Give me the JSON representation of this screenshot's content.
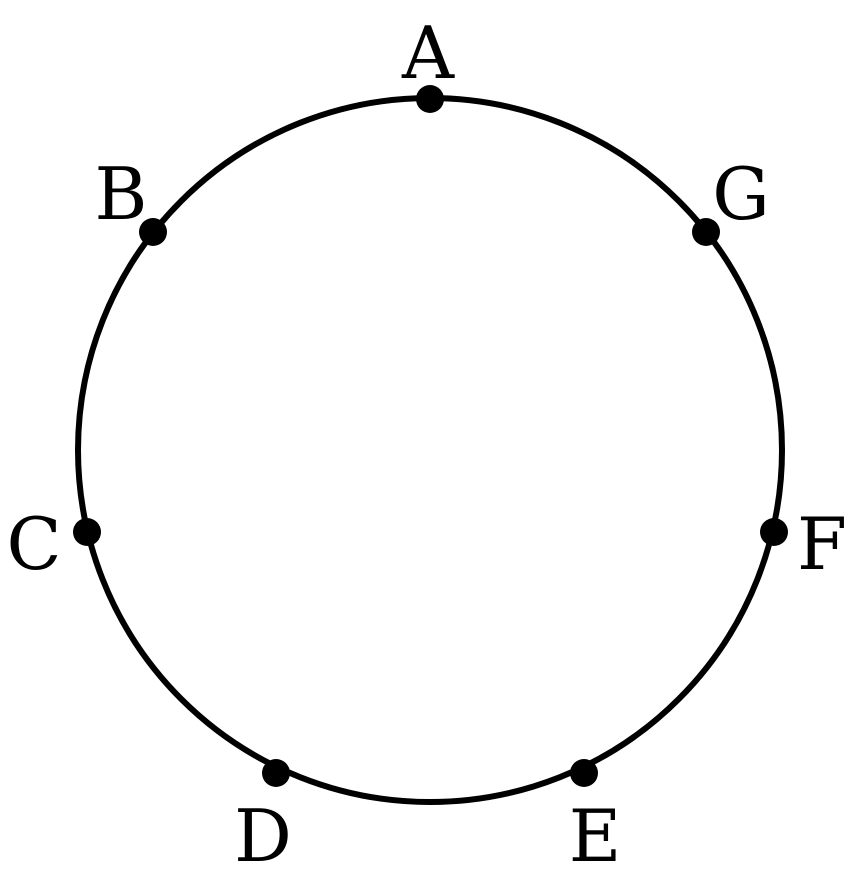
{
  "diagram": {
    "stroke_color": "#000000",
    "point_color": "#000000",
    "background_color": "#ffffff",
    "points": [
      {
        "label": "A"
      },
      {
        "label": "B"
      },
      {
        "label": "C"
      },
      {
        "label": "D"
      },
      {
        "label": "E"
      },
      {
        "label": "F"
      },
      {
        "label": "G"
      }
    ]
  }
}
